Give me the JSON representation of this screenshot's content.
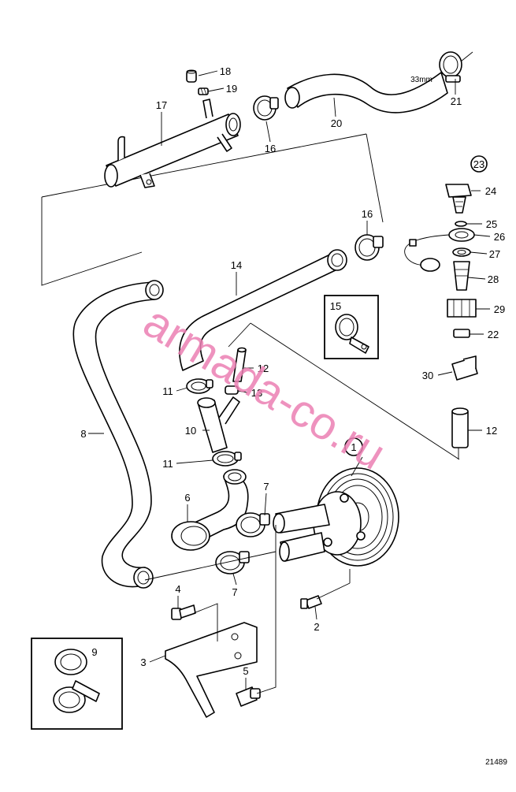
{
  "diagram": {
    "figure_number": "21489",
    "watermark": "armada-co.ru",
    "clamp_size_label": "33mm",
    "callouts": {
      "n1": "1",
      "n2": "2",
      "n3": "3",
      "n4": "4",
      "n5": "5",
      "n6": "6",
      "n7a": "7",
      "n7b": "7",
      "n8": "8",
      "n9": "9",
      "n10": "10",
      "n11a": "11",
      "n11b": "11",
      "n12a": "12",
      "n12b": "12",
      "n13": "13",
      "n14": "14",
      "n15": "15",
      "n16a": "16",
      "n16b": "16",
      "n17": "17",
      "n18": "18",
      "n19": "19",
      "n20": "20",
      "n21": "21",
      "n22": "22",
      "n23": "23",
      "n24": "24",
      "n25": "25",
      "n26": "26",
      "n27": "27",
      "n28": "28",
      "n29": "29",
      "n30": "30"
    }
  }
}
